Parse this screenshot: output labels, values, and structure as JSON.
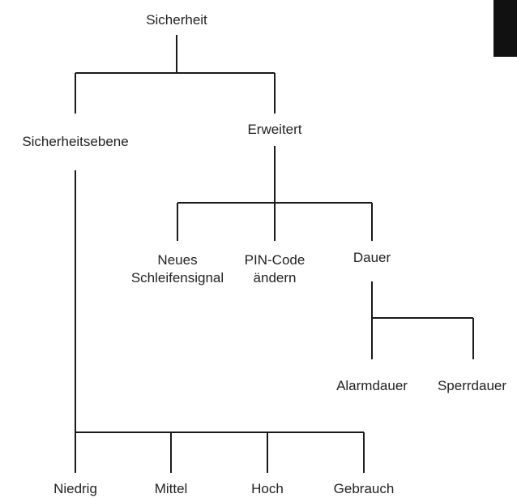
{
  "tree": {
    "root": "Sicherheit",
    "level_1": {
      "left": "Sicherheitsebene",
      "right": "Erweitert"
    },
    "erweitert_children": {
      "new_loop_signal": [
        "Neues",
        "Schleifensignal"
      ],
      "pin_change": [
        "PIN-Code",
        "ändern"
      ],
      "duration": "Dauer"
    },
    "dauer_children": {
      "alarm": "Alarmdauer",
      "lock": "Sperrdauer"
    },
    "level_children": {
      "low": "Niedrig",
      "medium": "Mittel",
      "high": "Hoch",
      "usage": "Gebrauch"
    }
  },
  "colors": {
    "line": "#1a1a1a",
    "text": "#222222",
    "background": "#ffffff"
  }
}
